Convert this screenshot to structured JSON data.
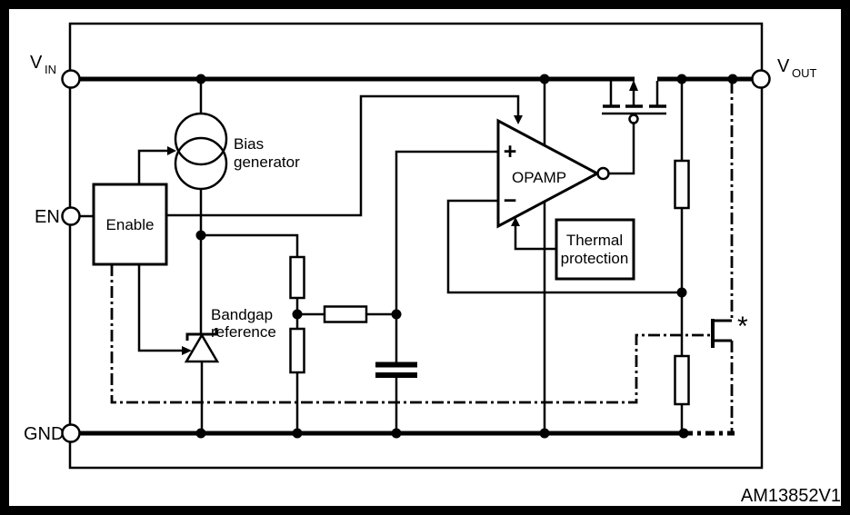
{
  "figure": {
    "id": "AM13852V1"
  },
  "colors": {
    "line": "#000000",
    "background": "#ffffff"
  },
  "terminals": {
    "vin": {
      "label": "V",
      "sub": "IN"
    },
    "vout": {
      "label": "V",
      "sub": "OUT"
    },
    "en": {
      "label": "EN"
    },
    "gnd": {
      "label": "GND"
    }
  },
  "blocks": {
    "enable": {
      "label": "Enable"
    },
    "bias_generator": {
      "line1": "Bias",
      "line2": "generator"
    },
    "bandgap_reference": {
      "line1": "Bandgap",
      "line2": "reference"
    },
    "opamp": {
      "label": "OPAMP",
      "plus": "+",
      "minus": "−"
    },
    "thermal_protection": {
      "line1": "Thermal",
      "line2": "protection"
    },
    "pulldown_transistor": {
      "star": "*"
    }
  }
}
